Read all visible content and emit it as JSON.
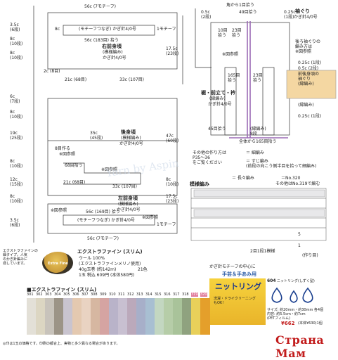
{
  "back_body": {
    "top_width": "56c (7モチーフ)",
    "title": "右前身頃",
    "pattern": "(模様編み)",
    "needle": "かぎ針4/0号",
    "top_motif": "(モチーフつなぎ) かぎ針4/0号",
    "side_8c": "8c",
    "side_56c_183": "56c (183目) 拾う",
    "bottom_motif": "1モチーフ",
    "left_35c": "3.5c\n(6段)",
    "left_8c": "8c\n(10段)",
    "right_175": "17.5c\n(23段)",
    "right_8c": "8c\n(10段)",
    "bottom_2c": "2c (8目)",
    "bottom_21c": "21c (68目)",
    "bottom_33c": "33c (107目)"
  },
  "back": {
    "title": "後身頃",
    "pattern": "(模様編み)",
    "needle": "かぎ針4/0号",
    "width_35c": "35c\n(45段)",
    "height_47c": "47c\n(60段)",
    "left_6c": "6c\n(7段)",
    "left_8c": "8c\n(10段)",
    "left_19c": "19c\n(25段)",
    "left_8c_b": "8c\n(10段)",
    "left_12c": "12c\n(15段)",
    "left_8c_c": "8c\n(10段)",
    "front_8": "8目作る",
    "front_note": "※図参照",
    "front_68": "68目拾う",
    "ref": "※図参照",
    "bottom_21c": "21c (68目)",
    "bottom_33c": "33c (107目)",
    "bottom_right": "17.5c\n(23段)",
    "bottom_right_8c": "8c\n(10段)"
  },
  "left_front": {
    "title": "左前身頃",
    "pattern": "(模様編み)",
    "needle": "かぎ針4/0号",
    "top": "56c (169目) 拾う",
    "motif": "(モチーフつなぎ) かぎ針4/0号",
    "bottom": "56c (7モチーフ)",
    "note": "※図参照",
    "left_35c": "3.5c\n(6段)",
    "one_motif": "1モチーフ",
    "ref": "※図参照"
  },
  "sleeve": {
    "title": "袖ぐり",
    "needle": "かぎ針4/0号",
    "corner": "角から1目拾う",
    "c49": "49目拾う",
    "c05": "0.5c\n(2段)",
    "c025": "0.25c\n(1段)",
    "c10": "10目\n拾う",
    "c23": "23目\n拾う",
    "note": "※図参照",
    "c165": "165目\n拾う",
    "c23b": "23目\n拾う",
    "collar": "裾・前立て・衿",
    "collar_pattern": "(縁編み)",
    "collar_needle": "かぎ針4/0号",
    "c45": "45目拾う",
    "c45_note": "(縁編み)\n8段",
    "c165_pick": "全体から165目拾う",
    "sleeve_note": "後ろ袖ぐりの\n編み方は\n※図参照",
    "sleeve_detail": "前後身頃の\n袖ぐり\n(縁編み)",
    "sleeve_pattern": "(縁編み)",
    "c025b": "0.25c (1段)",
    "c05b": "0.5c (2段)",
    "c025c": "0.25c (1段)"
  },
  "chart": {
    "page_ref": "その他の作り方は\nP35〜36\nをご覧ください",
    "legend_1": "＝ 細編み",
    "legend_2": "＝ すじ編み\n(前段の向こう側半目を拾って細編み)",
    "legend_3": "＝ 長々編み",
    "yarn_1": "＝No.320",
    "yarn_2": "その他はNo.319で編む",
    "title": "模様編み",
    "rows": "2目1段1模様",
    "arrow5": "5",
    "arrow1": "1",
    "start": "(作り目)"
  },
  "yarn": {
    "description": "エクストラファインの\n細タイプ。人気\nのかぎ針編みに\n適しています。",
    "name": "エクストラファイン (スリム)",
    "fiber": "ウール 100%",
    "ratio": "(エクストラファインメリノ使用)",
    "weight": "40g玉巻 (約142m)",
    "colors": "21色",
    "price": "1玉 税込 609円 (本体580円)",
    "label": "Extra Fine"
  },
  "tool": {
    "note": "かぎ針モチーフの中心に",
    "brand": "手芸＆手あみ用",
    "product": "ニットリング",
    "code": "604",
    "code_label": "ニットリング(しずく型)",
    "ring_text": "洗濯・ドライクリーニング\nもOK!",
    "spec": "サイズ: 約20mm・約30mm 各4個\n内容: 約5.5cm・約7cm\n(PETフィルム)",
    "price": "¥662",
    "price_note": "(本体¥630)1個"
  },
  "card": {
    "header": "■エクストラファイン (スリム)",
    "numbers": [
      "301",
      "302",
      "303",
      "304",
      "305",
      "306",
      "307",
      "308",
      "309",
      "310",
      "311",
      "312",
      "313",
      "314",
      "315",
      "316",
      "317",
      "318",
      "319",
      "320"
    ],
    "colors": [
      "#e3e0d7",
      "#dcd6c2",
      "#c8c3bb",
      "#9c9487",
      "#c9c4cf",
      "#e4c9b0",
      "#e9d3c2",
      "#d6b7a1",
      "#d5a4a2",
      "#b9b3c9",
      "#c8c0d1",
      "#bba9bb",
      "#a7afc9",
      "#a8bfd2",
      "#c3d7c1",
      "#b6cda8",
      "#a9c39a",
      "#8fa27f",
      "#e8d05a",
      "#e49f2b"
    ],
    "highlight": [
      "319",
      "320"
    ],
    "footnote": "◎印は1玉の価格です。印刷の都合上、実物と多少異なる場合があります。"
  },
  "logo": "Страна Мам",
  "watermark": "Yarn by Aspin"
}
